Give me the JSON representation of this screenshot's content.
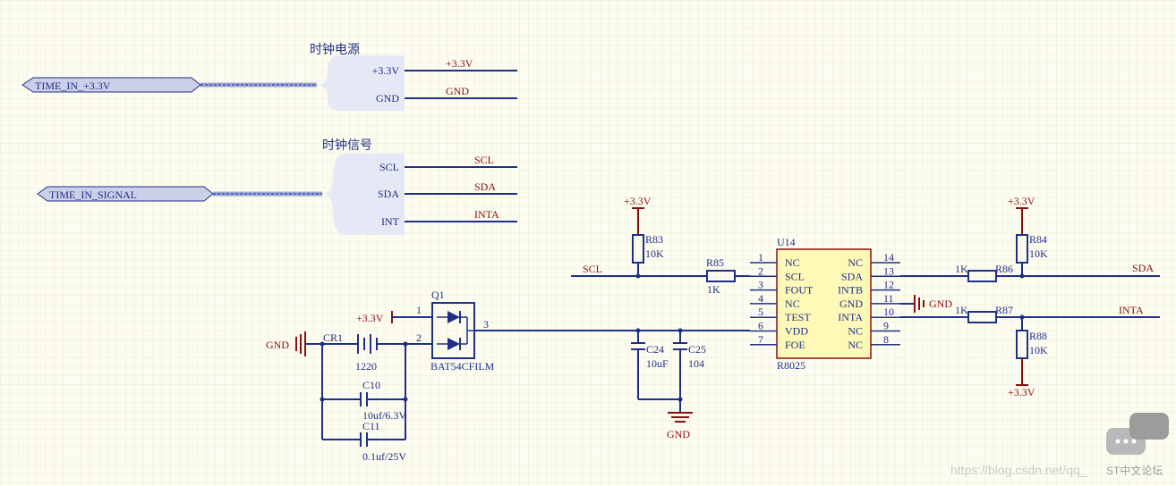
{
  "harness": {
    "power": {
      "title": "时钟电源",
      "port": "TIME_IN_+3.3V",
      "pins": [
        "+3.3V",
        "GND"
      ],
      "nets": [
        "+3.3V",
        "GND"
      ]
    },
    "signal": {
      "title": "时钟信号",
      "port": "TIME_IN_SIGNAL",
      "pins": [
        "SCL",
        "SDA",
        "INT"
      ],
      "nets": [
        "SCL",
        "SDA",
        "INTA"
      ]
    }
  },
  "ic": {
    "ref": "U14",
    "value": "R8025",
    "left_pins": [
      {
        "num": "1",
        "name": "NC"
      },
      {
        "num": "2",
        "name": "SCL"
      },
      {
        "num": "3",
        "name": "FOUT"
      },
      {
        "num": "4",
        "name": "NC"
      },
      {
        "num": "5",
        "name": "TEST"
      },
      {
        "num": "6",
        "name": "VDD"
      },
      {
        "num": "7",
        "name": "FOE"
      }
    ],
    "right_pins": [
      {
        "num": "14",
        "name": "NC"
      },
      {
        "num": "13",
        "name": "SDA"
      },
      {
        "num": "12",
        "name": "INTB"
      },
      {
        "num": "11",
        "name": "GND"
      },
      {
        "num": "10",
        "name": "INTA"
      },
      {
        "num": "9",
        "name": "NC"
      },
      {
        "num": "8",
        "name": "NC"
      }
    ]
  },
  "resistors": {
    "r83": {
      "ref": "R83",
      "value": "10K"
    },
    "r85": {
      "ref": "R85",
      "value": "1K"
    },
    "r84": {
      "ref": "R84",
      "value": "10K"
    },
    "r86": {
      "ref": "R86",
      "value": "1K"
    },
    "r87": {
      "ref": "R87",
      "value": "1K"
    },
    "r88": {
      "ref": "R88",
      "value": "10K"
    }
  },
  "capacitors": {
    "c24": {
      "ref": "C24",
      "value": "10uF"
    },
    "c25": {
      "ref": "C25",
      "value": "104"
    },
    "c10": {
      "ref": "C10",
      "value": "10uf/6.3V"
    },
    "c11": {
      "ref": "C11",
      "value": "0.1uf/25V"
    }
  },
  "battery": {
    "ref": "CR1",
    "value": "1220"
  },
  "diode": {
    "ref": "Q1",
    "value": "BAT54CFILM",
    "pins": [
      "1",
      "2",
      "3"
    ]
  },
  "power_labels": {
    "vcc": "+3.3V",
    "gnd": "GND"
  },
  "net_labels": {
    "scl": "SCL",
    "sda": "SDA",
    "inta": "INTA"
  },
  "watermark": {
    "url": "https://blog.csdn.net/qq_",
    "forum": "ST中文论坛"
  }
}
